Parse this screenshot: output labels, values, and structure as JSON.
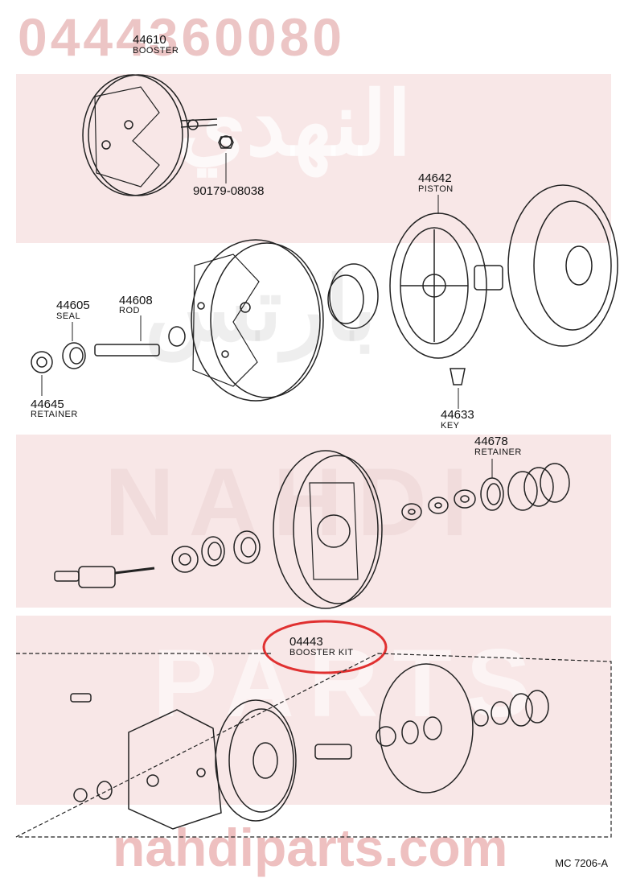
{
  "watermark": {
    "part_number": "0444360080",
    "arabic": "النهدي",
    "arabic_2": "بارتس",
    "latin_1": "NAHDI",
    "latin_2": "PARTS",
    "website": "nahdiparts.com"
  },
  "labels": {
    "booster_top": {
      "number": "44610",
      "name": "BOOSTER"
    },
    "bolt": {
      "number": "90179-08038"
    },
    "piston": {
      "number": "44642",
      "name": "PISTON"
    },
    "seal": {
      "number": "44605",
      "name": "SEAL"
    },
    "rod": {
      "number": "44608",
      "name": "ROD"
    },
    "retainer_left": {
      "number": "44645",
      "name": "RETAINER"
    },
    "key": {
      "number": "44633",
      "name": "KEY"
    },
    "retainer_right": {
      "number": "44678",
      "name": "RETAINER"
    },
    "kit": {
      "number": "04443",
      "name": "BOOSTER KIT"
    }
  },
  "drawing_code": "MC 7206-A",
  "colors": {
    "highlight_circle": "#e03030",
    "line": "#222222",
    "watermark": "#e0a0a0"
  }
}
